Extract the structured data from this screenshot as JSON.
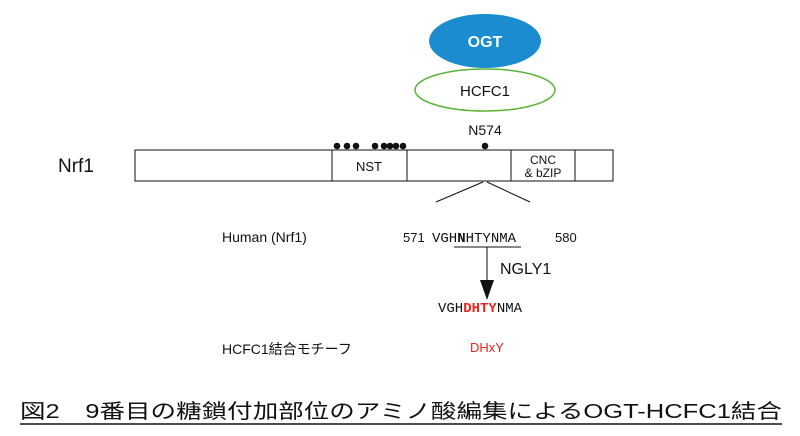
{
  "complex": {
    "ogt_label": "OGT",
    "hcfc1_label": "HCFC1",
    "ogt_fill": "#1b8ccf",
    "hcfc1_stroke": "#5cb23a"
  },
  "protein": {
    "name": "Nrf1",
    "site_label": "N574",
    "domains": {
      "nst": "NST",
      "cnc_line1": "CNC",
      "cnc_line2": "& bZIP"
    }
  },
  "sequence": {
    "species_label": "Human (Nrf1)",
    "start_pos": "571",
    "prefix": "VGH",
    "site_residue": "N",
    "suffix": "HTYNMA",
    "end_pos": "580"
  },
  "enzyme": {
    "label": "NGLY1"
  },
  "edited_sequence": {
    "prefix": "VGH",
    "motif": "DHTY",
    "suffix": "NMA",
    "highlight_color": "#e8231f"
  },
  "motif": {
    "label": "HCFC1結合モチーフ",
    "value": "DHxY"
  },
  "caption": {
    "text": "図2　9番目の糖鎖付加部位のアミノ酸編集によるOGT-HCFC1結合"
  }
}
